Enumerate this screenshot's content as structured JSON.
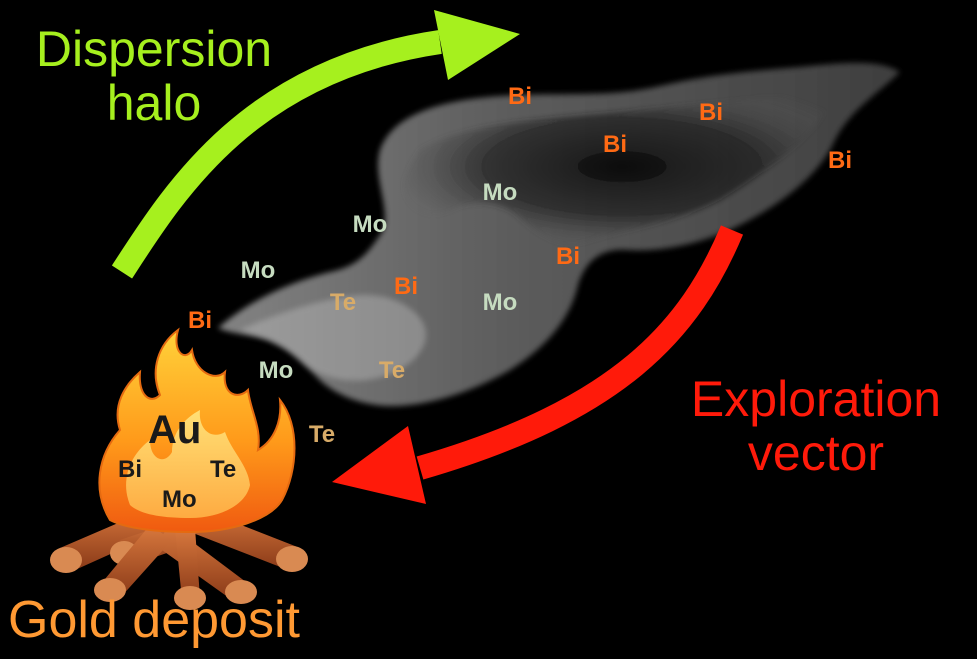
{
  "labels": {
    "dispersion_halo_line1": "Dispersion",
    "dispersion_halo_line2": "halo",
    "exploration_vector_line1": "Exploration",
    "exploration_vector_line2": "vector",
    "gold_deposit": "Gold deposit"
  },
  "deposit": {
    "main": "Au",
    "left": "Bi",
    "right": "Te",
    "bottom": "Mo"
  },
  "halo_elements": {
    "bi": [
      "Bi",
      "Bi",
      "Bi",
      "Bi",
      "Bi",
      "Bi",
      "Bi"
    ],
    "mo": [
      "Mo",
      "Mo",
      "Mo",
      "Mo",
      "Mo"
    ],
    "te": [
      "Te",
      "Te",
      "Te"
    ]
  },
  "colors": {
    "background": "#000000",
    "dispersion_arrow": "#a6f01e",
    "exploration_arrow": "#ff1a0a",
    "gold_deposit_text": "#ff9933",
    "bi": "#ff6a14",
    "mo": "#c6dcc0",
    "te": "#d8ab68",
    "smoke": "#8a8a8a",
    "flame": "#ffa000",
    "log": "#b5582a"
  }
}
